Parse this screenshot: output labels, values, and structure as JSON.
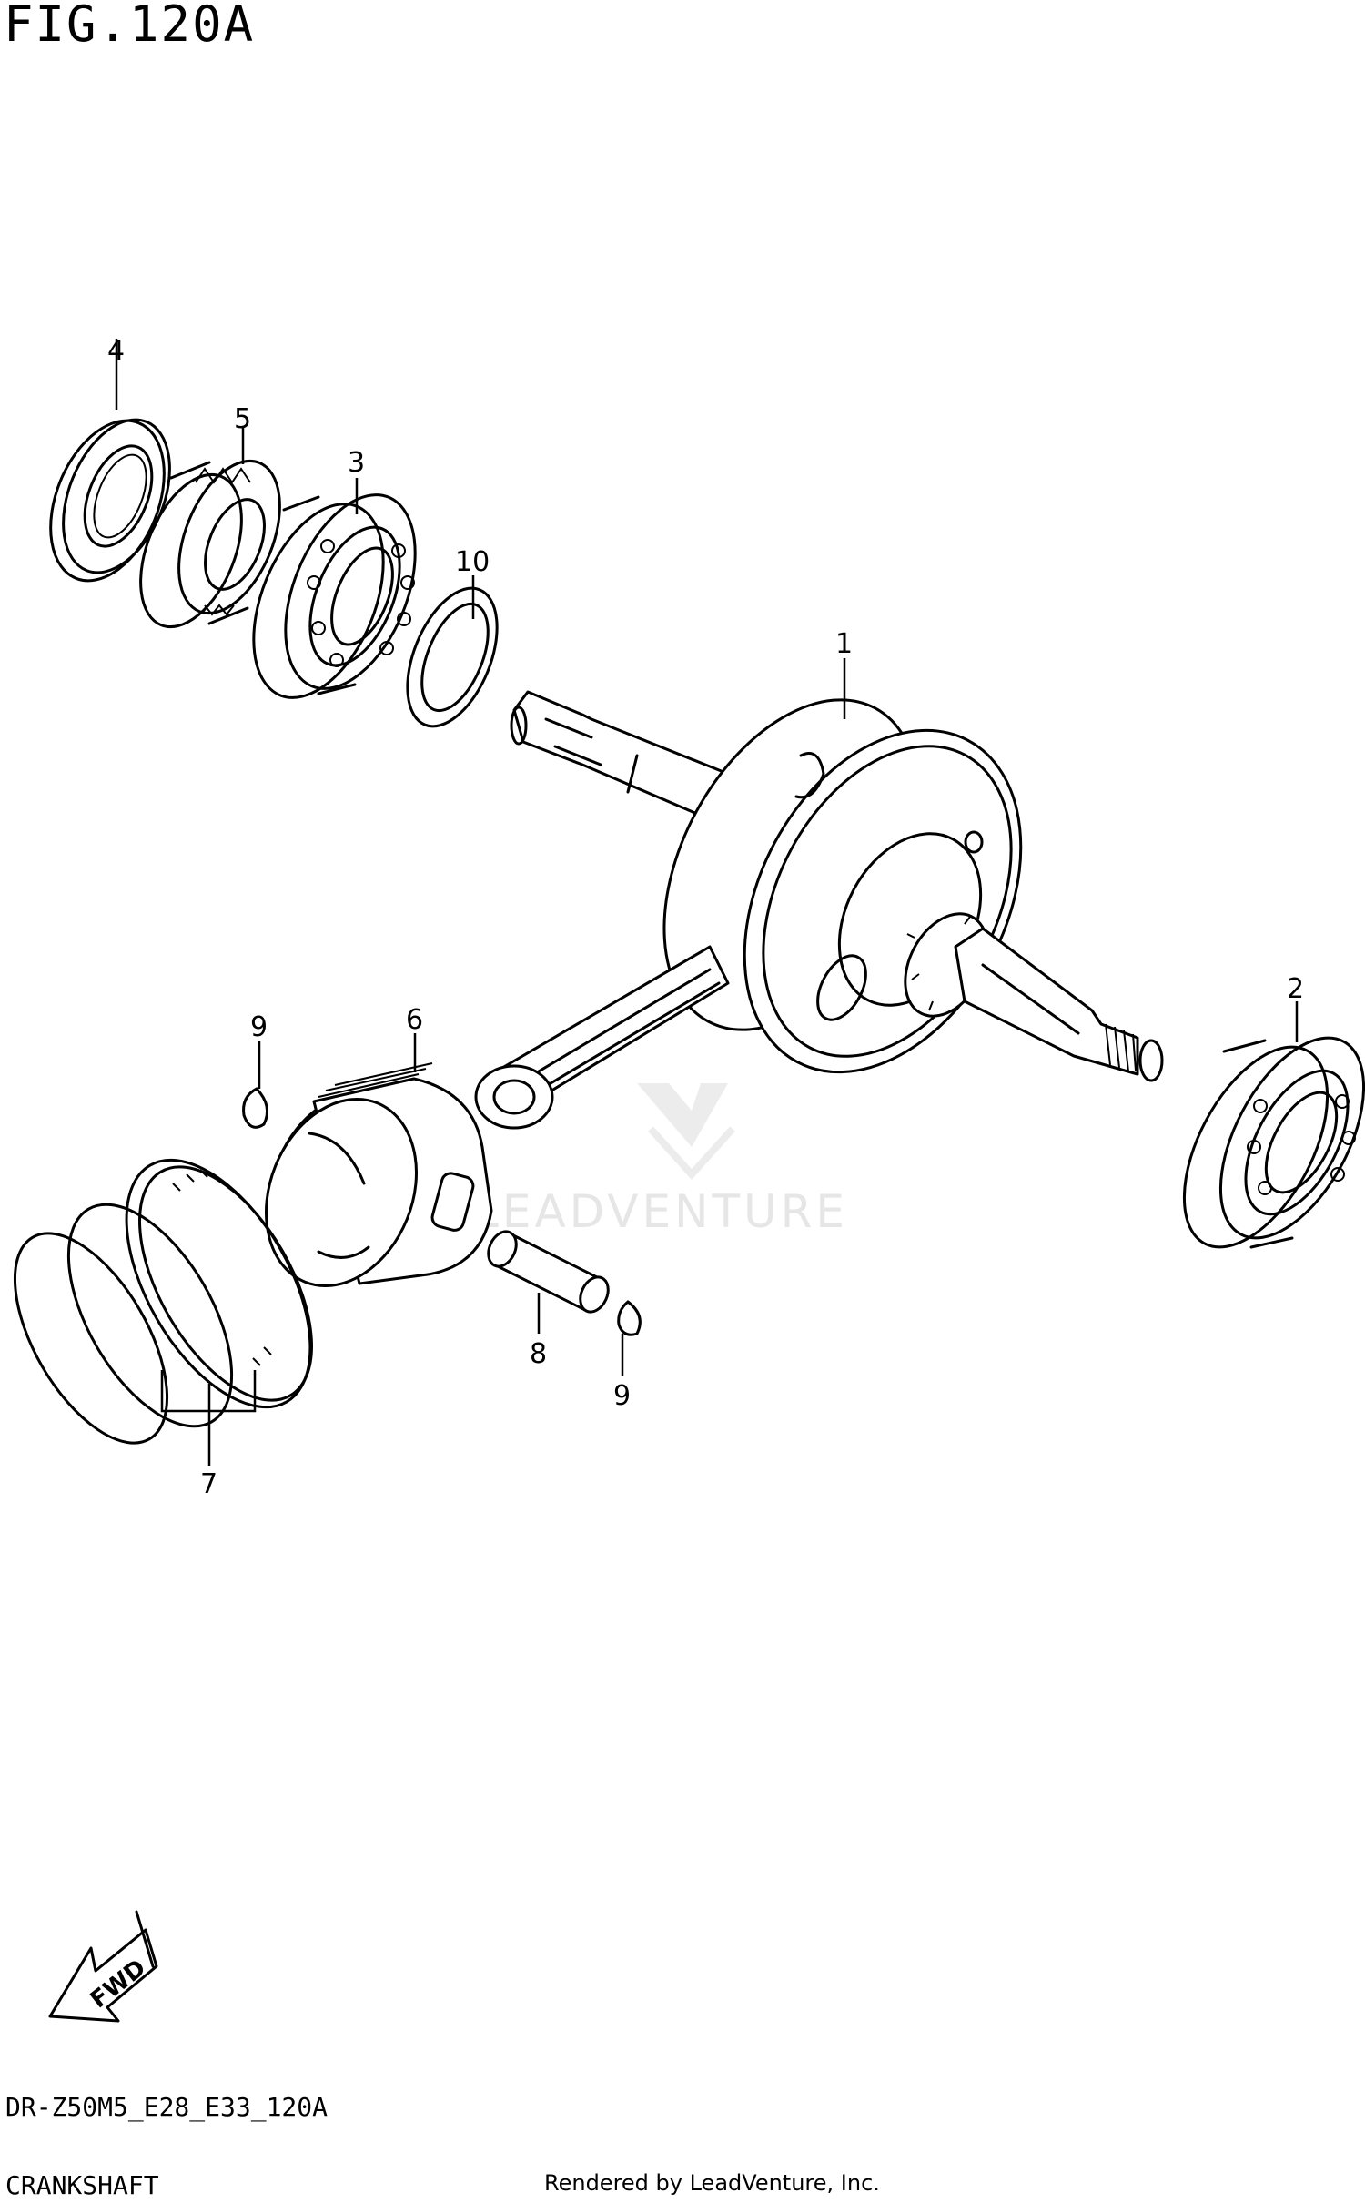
{
  "figure": {
    "title": "FIG.120A"
  },
  "footer": {
    "code": "DR-Z50M5_E28_E33_120A",
    "section": "CRANKSHAFT",
    "credit": "Rendered by LeadVenture, Inc."
  },
  "watermark": {
    "text": "LEADVENTURE"
  },
  "fwd_label": "FWD",
  "callouts": {
    "c1": "1",
    "c2": "2",
    "c3": "3",
    "c4": "4",
    "c5": "5",
    "c6": "6",
    "c7": "7",
    "c8": "8",
    "c9a": "9",
    "c9b": "9",
    "c10": "10"
  }
}
